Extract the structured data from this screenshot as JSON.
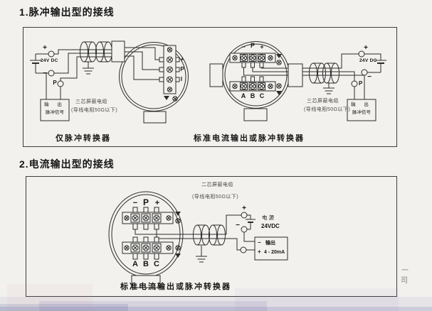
{
  "s1": {
    "title": "1.脉冲输出型的接线",
    "captionLeft": "仅脉冲转换器",
    "captionRight": "标准电流输出或脉冲转换器",
    "left": {
      "plus": "+",
      "minus": "−",
      "battery": "24V DC",
      "p": "P",
      "boxLine1": "输 出",
      "boxLine2": "脉冲信号",
      "note1": "三芯屏蔽电缆",
      "note2": "(导线电阻50Ω以下)"
    },
    "mid": {
      "plus": "+",
      "p": "P",
      "i": "I"
    },
    "right": {
      "plus": "+",
      "minus": "−",
      "battery": "24V DC",
      "p": "P",
      "boxLine1": "输 出",
      "boxLine2": "脉冲信号",
      "note1": "三芯屏蔽电缆",
      "note2": "(导线电阻50Ω以下)",
      "stripTop": [
        "−",
        "P",
        "+"
      ],
      "stripBottom": [
        "A",
        "B",
        "C"
      ]
    }
  },
  "s2": {
    "title": "2.电流输出型的接线",
    "caption": "标准电流输出或脉冲转换器",
    "note1": "二芯屏蔽电缆",
    "note2": "(导线电阻50Ω以下)",
    "stripTop": [
      "−",
      "P",
      "+"
    ],
    "stripBottom": [
      "A",
      "B",
      "C"
    ],
    "power": {
      "plus": "+",
      "minus": "−",
      "line1": "电 源",
      "line2": "24VDC"
    },
    "outBox": {
      "minus": "−",
      "line1": "输出",
      "plus": "+",
      "line2": "4 - 20mA"
    }
  },
  "margin": {
    "char1": "一",
    "char2": "司"
  }
}
